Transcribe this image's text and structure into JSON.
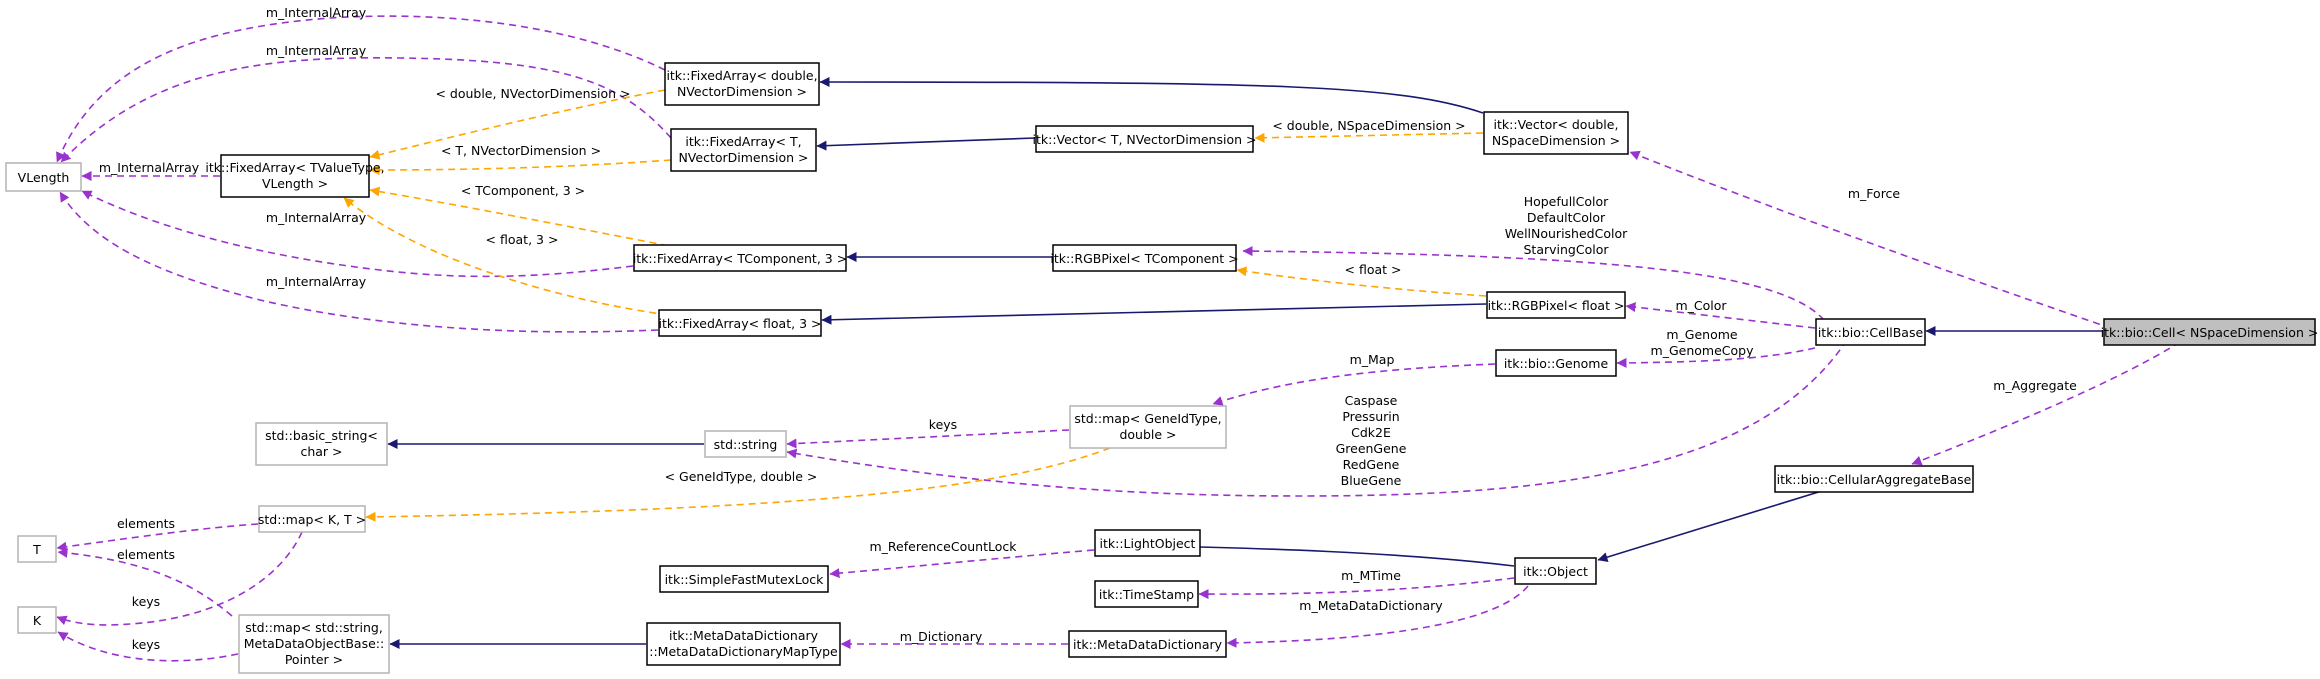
{
  "nodes": {
    "vlength": "VLength",
    "fa_double_nvec": [
      "itk::FixedArray< double,",
      "NVectorDimension >"
    ],
    "fa_t_nvec": [
      "itk::FixedArray< T,",
      "NVectorDimension >"
    ],
    "fa_tvaluetype": [
      "itk::FixedArray< TValueType,",
      "VLength >"
    ],
    "vector_t_nvec": "itk::Vector< T, NVectorDimension >",
    "vector_double_nspace": [
      "itk::Vector< double,",
      "NSpaceDimension >"
    ],
    "fa_tcomponent3": "itk::FixedArray< TComponent, 3 >",
    "rgbpixel_tcomponent": "itk::RGBPixel< TComponent >",
    "fa_float3": "itk::FixedArray< float, 3 >",
    "rgbpixel_float": "itk::RGBPixel< float >",
    "cellbase": "itk::bio::CellBase",
    "cell": "itk::bio::Cell< NSpaceDimension >",
    "genome": "itk::bio::Genome",
    "basic_string": [
      "std::basic_string<",
      "char >"
    ],
    "string": "std::string",
    "map_geneid": [
      "std::map< GeneIdType,",
      "double >"
    ],
    "t": "T",
    "map_k_t": "std::map< K, T >",
    "k": "K",
    "map_string_mdo": [
      "std::map< std::string,",
      "MetaDataObjectBase::",
      "Pointer >"
    ],
    "mdd_maptype": [
      "itk::MetaDataDictionary",
      "::MetaDataDictionaryMapType"
    ],
    "simplefastmutexlock": "itk::SimpleFastMutexLock",
    "lightobject": "itk::LightObject",
    "timestamp": "itk::TimeStamp",
    "object": "itk::Object",
    "metadatadictionary": "itk::MetaDataDictionary",
    "cellularaggregatebase": "itk::bio::CellularAggregateBase"
  },
  "edge_labels": {
    "m_internalarray_1": "m_InternalArray",
    "m_internalarray_2": "m_InternalArray",
    "m_internalarray_3": "m_InternalArray",
    "m_internalarray_4": "m_InternalArray",
    "m_internalarray_5": "m_InternalArray",
    "tmpl_double_nvec": "< double, NVectorDimension >",
    "tmpl_t_nvec": "< T, NVectorDimension >",
    "tmpl_tcomponent3": "< TComponent, 3 >",
    "tmpl_float3": "< float, 3 >",
    "tmpl_double_nspace": "< double, NSpaceDimension >",
    "tmpl_float": "< float >",
    "m_force": "m_Force",
    "colors": [
      "HopefullColor",
      "DefaultColor",
      "WellNourishedColor",
      "StarvingColor"
    ],
    "m_color": "m_Color",
    "m_genome": [
      "m_Genome",
      "m_GenomeCopy"
    ],
    "m_map": "m_Map",
    "keys_map": "keys",
    "genes": [
      "Caspase",
      "Pressurin",
      "Cdk2E",
      "GreenGene",
      "RedGene",
      "BlueGene"
    ],
    "tmpl_geneid_double": "< GeneIdType, double >",
    "m_aggregate": "m_Aggregate",
    "elements_1": "elements",
    "elements_2": "elements",
    "keys_k_1": "keys",
    "keys_k_2": "keys",
    "m_referencecountlock": "m_ReferenceCountLock",
    "m_mtime": "m_MTime",
    "m_metadatadictionary": "m_MetaDataDictionary",
    "m_dictionary": "m_Dictionary"
  },
  "colors": {
    "inheritance": "#191970",
    "usage": "#9a32cd",
    "template": "#ffa500",
    "focus_fill": "#bfbfbf",
    "grey_border": "#b4b4b4"
  }
}
